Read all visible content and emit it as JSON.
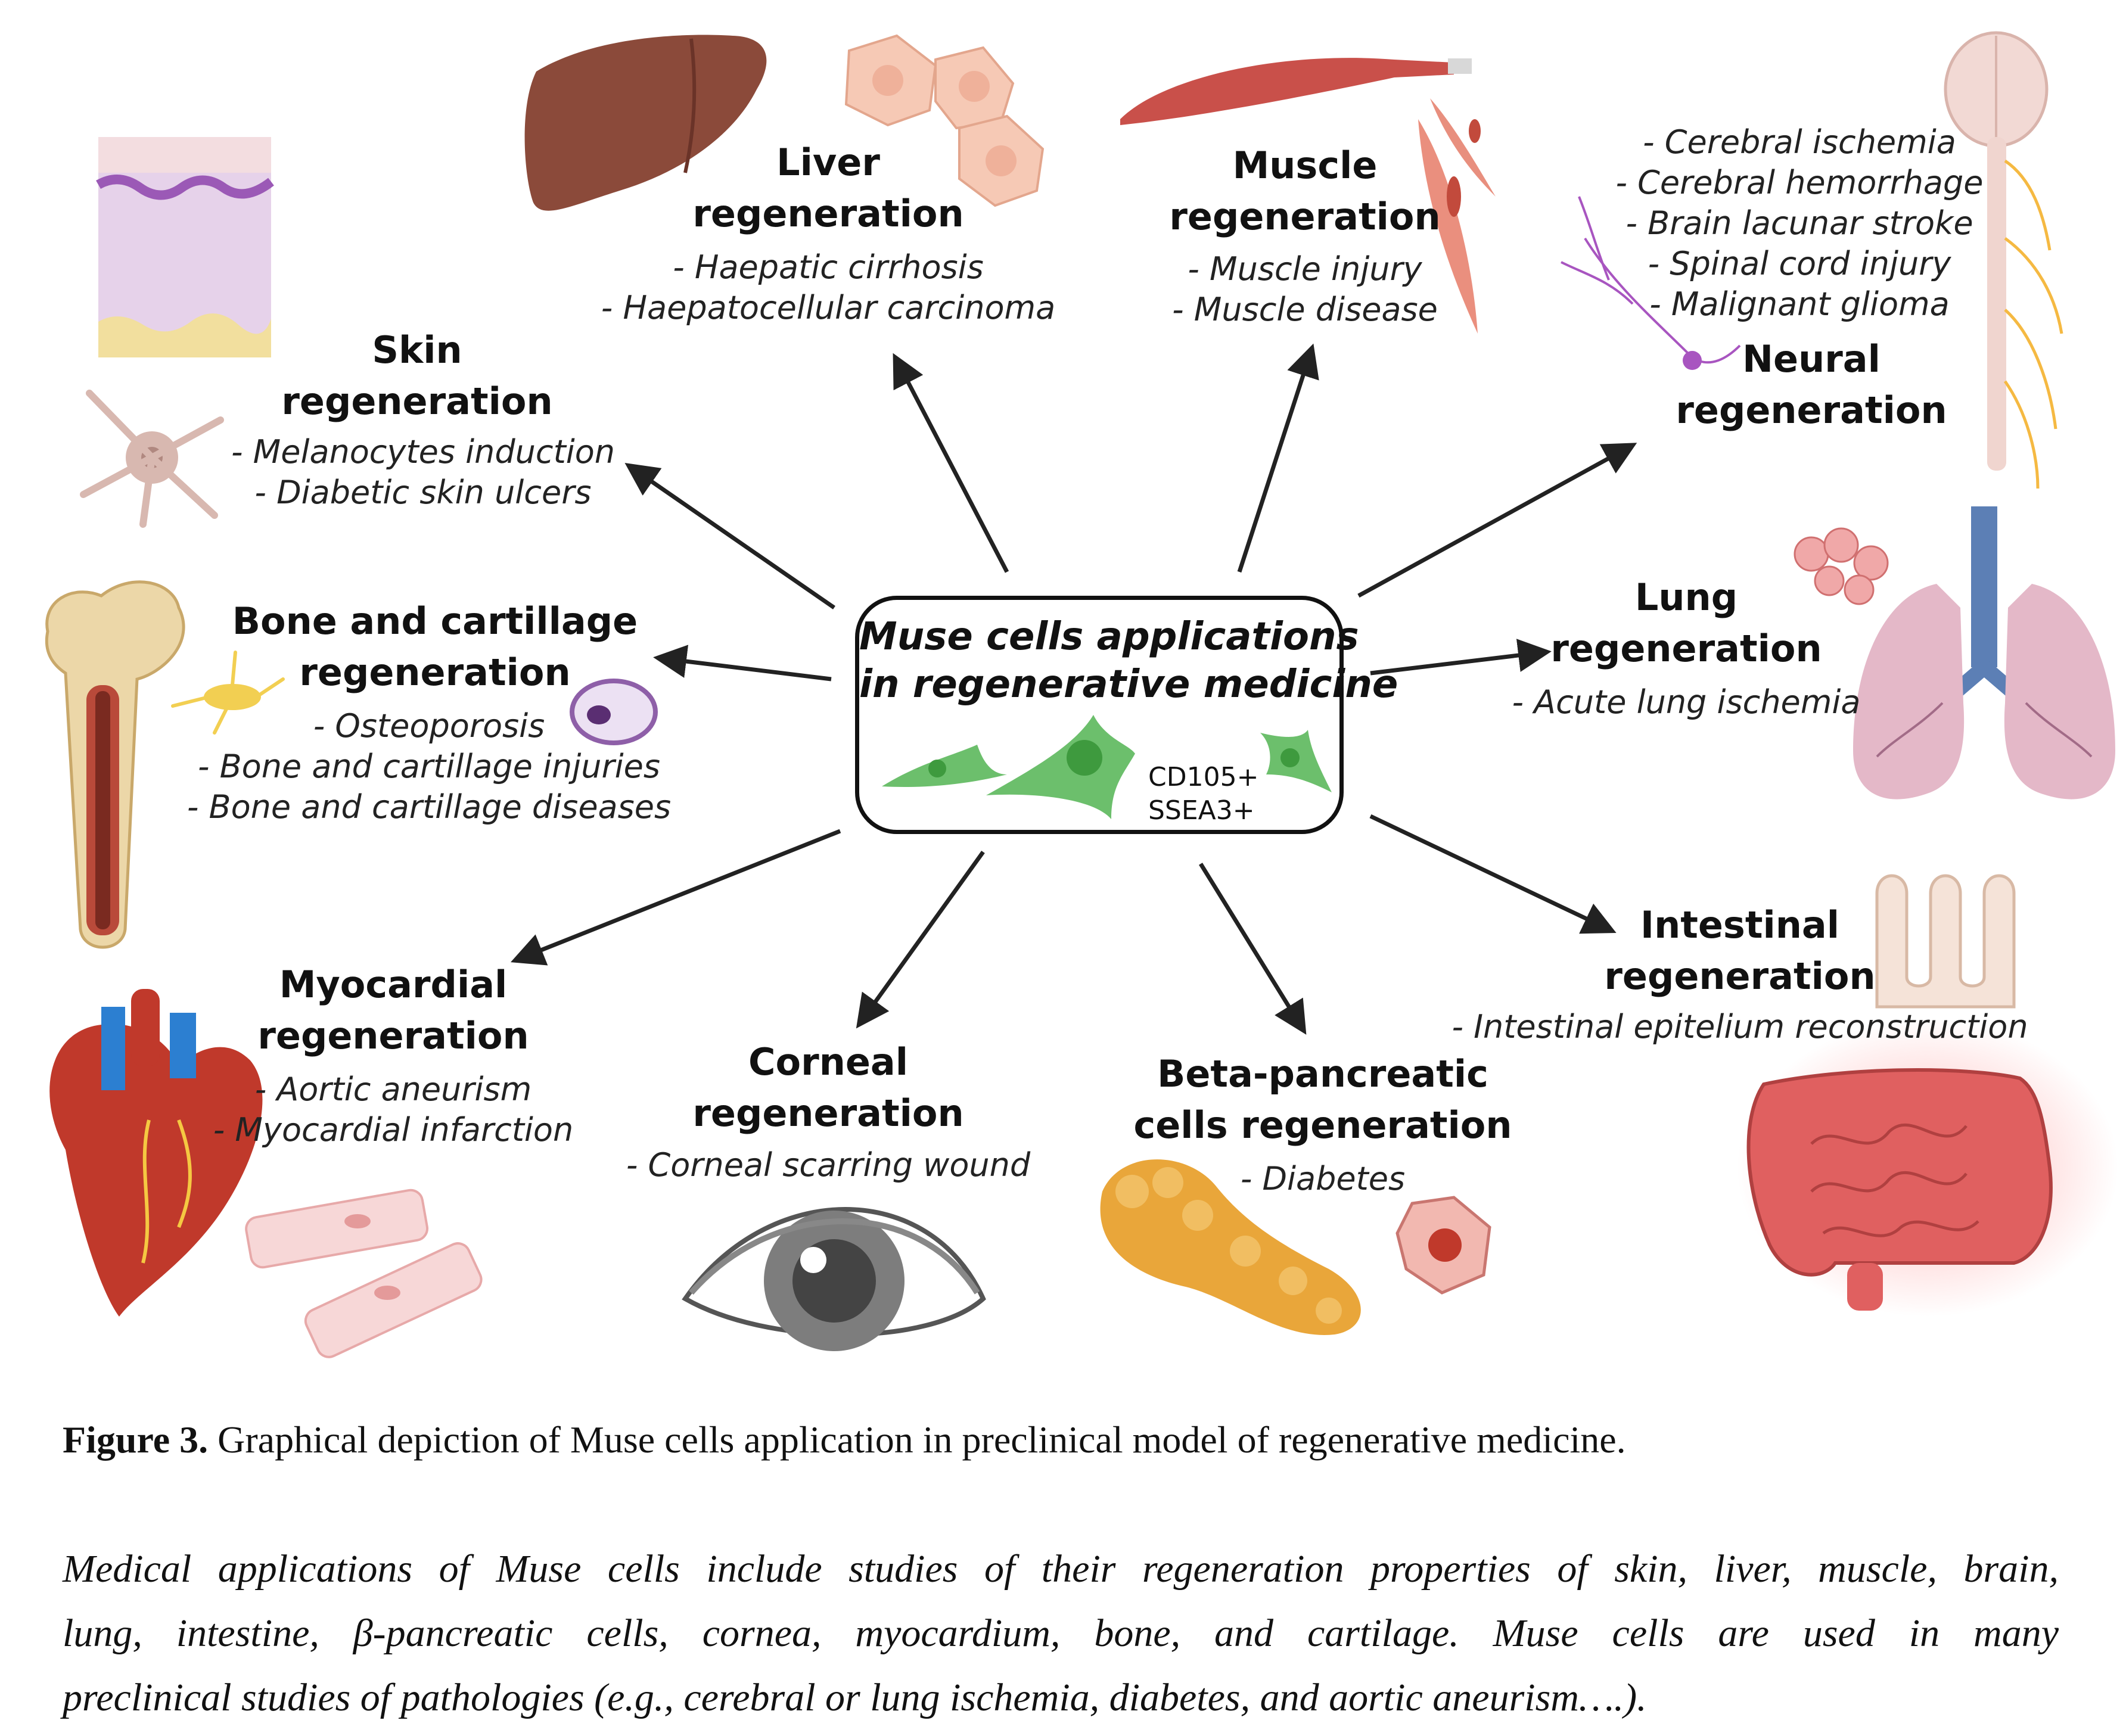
{
  "center": {
    "title_line1": "Muse cells applications",
    "title_line2": "in regenerative medicine",
    "marker1": "CD105+",
    "marker2": "SSEA3+"
  },
  "skin": {
    "title_line1": "Skin",
    "title_line2": "regeneration",
    "items": [
      "- Melanocytes induction",
      "- Diabetic skin ulcers"
    ]
  },
  "liver": {
    "title_line1": "Liver",
    "title_line2": "regeneration",
    "items": [
      "- Haepatic cirrhosis",
      "- Haepatocellular carcinoma"
    ]
  },
  "muscle": {
    "title_line1": "Muscle",
    "title_line2": "regeneration",
    "items": [
      "- Muscle injury",
      "- Muscle disease"
    ]
  },
  "neural": {
    "title_line1": "Neural",
    "title_line2": "regeneration",
    "items": [
      "- Cerebral ischemia",
      "- Cerebral hemorrhage",
      "- Brain lacunar stroke",
      "- Spinal cord injury",
      "- Malignant glioma"
    ]
  },
  "bone": {
    "title_line1": "Bone and cartillage",
    "title_line2": "regeneration",
    "items": [
      "- Osteoporosis",
      "- Bone and cartillage injuries",
      "- Bone and cartillage diseases"
    ]
  },
  "lung": {
    "title_line1": "Lung",
    "title_line2": "regeneration",
    "items": [
      "- Acute lung ischemia"
    ]
  },
  "myocardial": {
    "title_line1": "Myocardial",
    "title_line2": "regeneration",
    "items": [
      "- Aortic aneurism",
      "- Myocardial infarction"
    ]
  },
  "corneal": {
    "title_line1": "Corneal",
    "title_line2": "regeneration",
    "items": [
      "- Corneal scarring wound"
    ]
  },
  "beta": {
    "title_line1": "Beta-pancreatic",
    "title_line2": "cells regeneration",
    "items": [
      "- Diabetes"
    ]
  },
  "intestinal": {
    "title_line1": "Intestinal",
    "title_line2": "regeneration",
    "items": [
      "- Intestinal epitelium reconstruction"
    ]
  },
  "caption": {
    "label": "Figure 3.",
    "text": " Graphical depiction of Muse cells application in preclinical model of regenerative medicine."
  },
  "legend": {
    "line1": "Medical applications of Muse cells include studies of their regeneration properties of skin, liver, muscle, brain,",
    "line2": "lung, intestine, β-pancreatic cells, cornea, myocardium, bone, and cartilage. Muse cells are used in many",
    "line3": "preclinical studies of pathologies (e.g., cerebral or lung ischemia, diabetes, and aortic aneurism….)."
  },
  "colors": {
    "muse_cell": "#6cbf6c",
    "liver": "#8b4a3a",
    "muscle": "#c9504a",
    "heart": "#c0392b",
    "lung": "#e4b8c8",
    "intestine": "#e06060",
    "pancreas": "#e9a63a"
  }
}
